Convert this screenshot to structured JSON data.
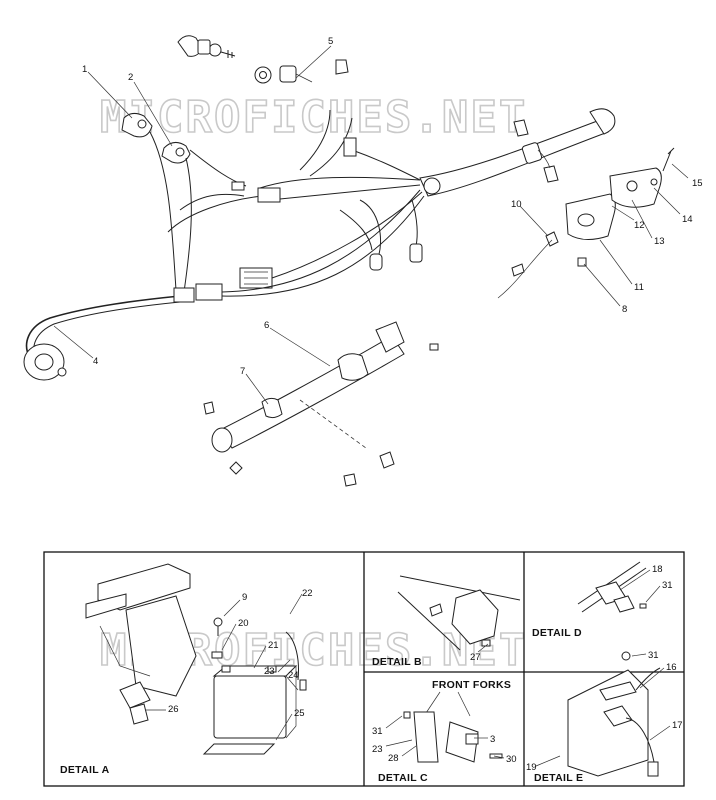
{
  "watermark": "MICROFICHES.NET",
  "callouts": [
    "1",
    "2",
    "3",
    "4",
    "5",
    "6",
    "7",
    "8",
    "10",
    "11",
    "12",
    "13",
    "14",
    "15",
    "16",
    "17",
    "18",
    "19",
    "20",
    "21",
    "22",
    "23",
    "24",
    "25",
    "26",
    "27",
    "28",
    "30",
    "31"
  ],
  "details": {
    "a": "DETAIL A",
    "b": "DETAIL B",
    "c": "DETAIL C",
    "d": "DETAIL D",
    "e": "DETAIL E"
  },
  "front_forks_label": "FRONT FORKS",
  "detail_numbers": {
    "a": [
      "9",
      "20",
      "21",
      "22",
      "23",
      "24",
      "25",
      "26"
    ],
    "b": [
      "27"
    ],
    "c": [
      "31",
      "23",
      "28",
      "3",
      "30"
    ],
    "d": [
      "18",
      "31"
    ],
    "e": [
      "31",
      "16",
      "17",
      "19"
    ]
  }
}
